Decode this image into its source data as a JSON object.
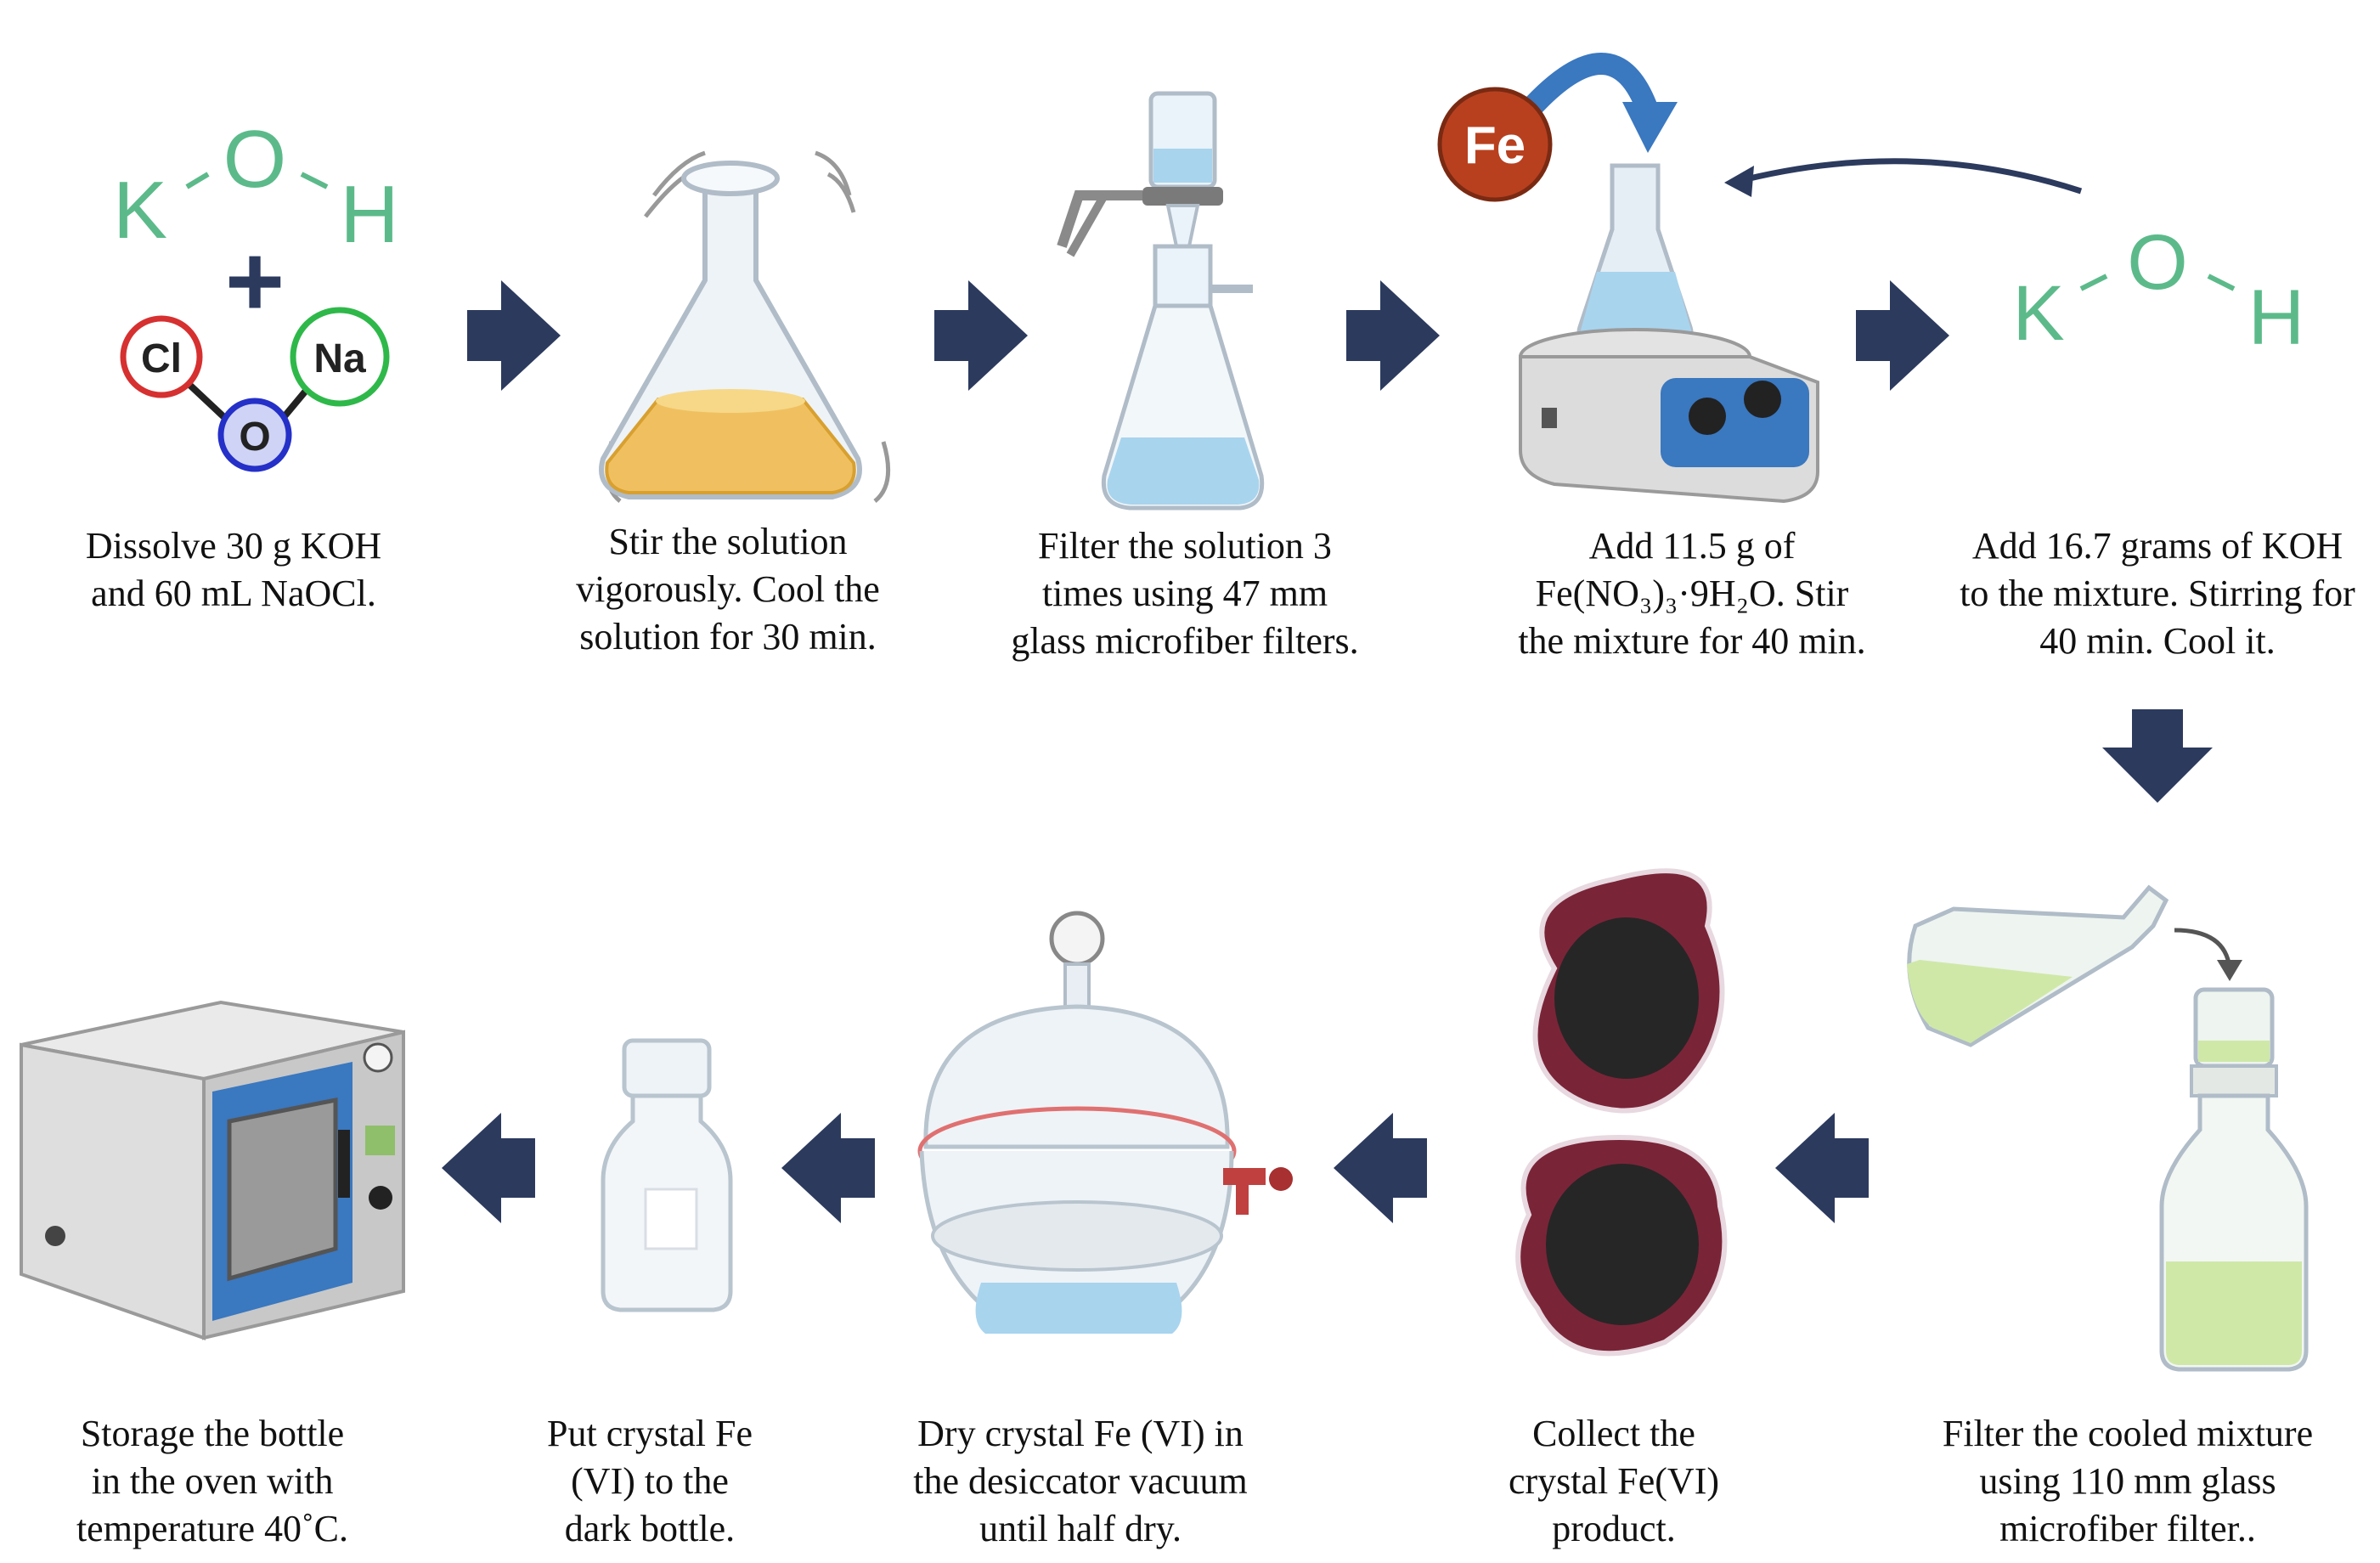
{
  "steps": [
    {
      "id": "step1",
      "lines": [
        "Dissolve 30 g KOH",
        "and 60 mL NaOCl."
      ]
    },
    {
      "id": "step2",
      "lines": [
        "Stir the solution",
        "vigorously. Cool the",
        "solution for 30 min."
      ]
    },
    {
      "id": "step3",
      "lines": [
        "Filter the solution 3",
        "times using 47 mm",
        "glass microfiber filters."
      ]
    },
    {
      "id": "step4",
      "lines": [
        "Add 11.5 g of",
        "Fe(NO₃)₃·9H₂O. Stir",
        "the mixture for 40 min."
      ]
    },
    {
      "id": "step5",
      "lines": [
        "Add 16.7 grams of KOH",
        "to the mixture. Stirring for",
        "40 min. Cool it."
      ]
    },
    {
      "id": "step6",
      "lines": [
        "Filter the cooled mixture",
        "using 110 mm glass",
        "microfiber filter.."
      ]
    },
    {
      "id": "step7",
      "lines": [
        "Collect the",
        "crystal Fe(VI)",
        "product."
      ]
    },
    {
      "id": "step8",
      "lines": [
        "Dry crystal Fe (VI) in",
        "the desiccator vacuum",
        "until half dry."
      ]
    },
    {
      "id": "step9",
      "lines": [
        "Put crystal Fe",
        "(VI) to the",
        "dark bottle."
      ]
    },
    {
      "id": "step10",
      "lines": [
        "Storage the bottle",
        "in the oven with",
        "temperature 40˚C."
      ]
    }
  ],
  "molecules": {
    "koh": {
      "k": "K",
      "o": "O",
      "h": "H"
    },
    "plus": "+",
    "naocl": {
      "cl": "Cl",
      "o": "O",
      "na": "Na"
    },
    "fe_badge": "Fe"
  },
  "colors": {
    "arrow": "#2c3a5e",
    "koh_text": "#5cba8a",
    "cl_ring": "#d63030",
    "na_ring": "#2fb84a",
    "o_ring": "#2430c8",
    "fe_badge": "#b8401f",
    "solution_yellow": "#f0c060",
    "solution_blue": "#a8d4ee",
    "solution_green": "#cfe8a8",
    "oven_blue": "#3a78c0"
  }
}
